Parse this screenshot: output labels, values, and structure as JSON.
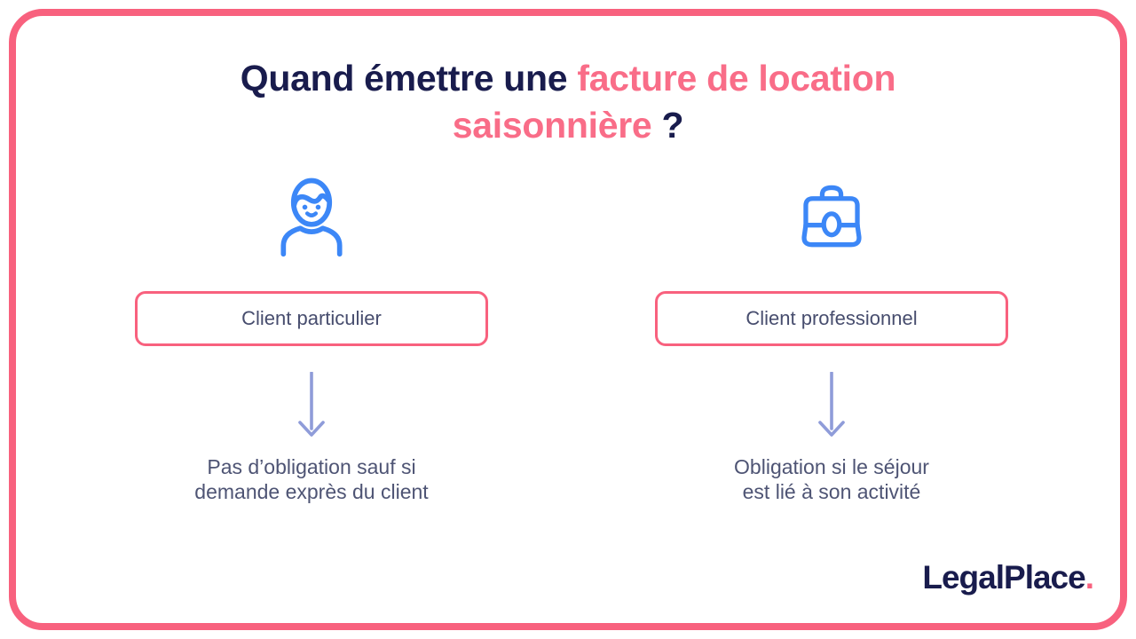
{
  "title": {
    "part1": "Quand émettre une ",
    "part2": "facture de location saisonnière",
    "part3": " ?"
  },
  "columns": [
    {
      "icon": "person-icon",
      "box_label": "Client particulier",
      "description": {
        "line1": "Pas d’obligation sauf si",
        "line2": "demande exprès du client"
      }
    },
    {
      "icon": "briefcase-icon",
      "box_label": "Client professionnel",
      "description": {
        "line1": "Obligation si le séjour",
        "line2": "est lié à son activité"
      }
    }
  ],
  "branding": {
    "logo_text": "LegalPlace",
    "logo_dot": "."
  },
  "colors": {
    "background": "#FFFFFF",
    "frame_pink": "#F8617E",
    "title_navy": "#191C4D",
    "title_pink": "#F96D88",
    "icon_blue": "#3C87F7",
    "arrow_purple": "#8F9CD9",
    "box_border_pink": "#F8617E",
    "box_text": "#474D6E",
    "description_text": "#4E5474",
    "logo_navy": "#191C4D",
    "logo_dot_pink": "#F8617E"
  }
}
